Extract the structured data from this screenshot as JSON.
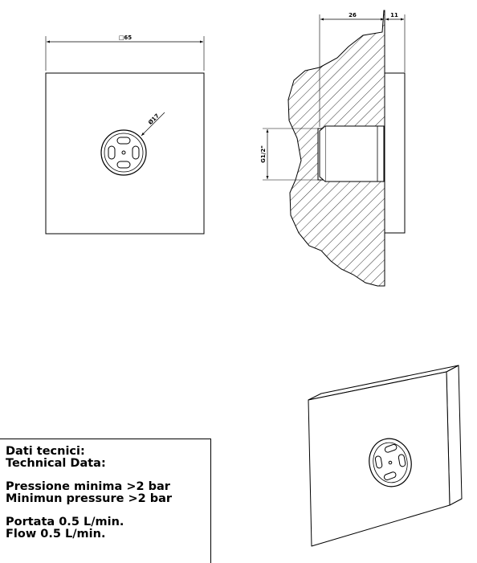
{
  "dimensions": {
    "width": "□65",
    "diameter": "Ø17",
    "depth": "26",
    "plate": "11",
    "thread": "G1/2\""
  },
  "tech_data": {
    "heading_it": "Dati tecnici:",
    "heading_en": "Technical Data:",
    "pressure_it": "Pressione minima >2 bar",
    "pressure_en": "Minimun pressure >2 bar",
    "flow_it": "Portata 0.5 L/min.",
    "flow_en": "Flow 0.5 L/min."
  }
}
